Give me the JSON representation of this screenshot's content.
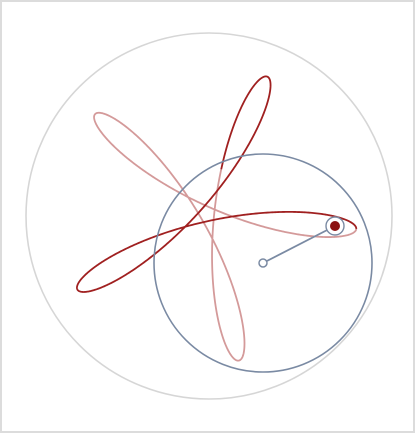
{
  "figure": {
    "type": "hypotrochoid-spirograph",
    "lobes": 5,
    "ratio_R_r": "5:3",
    "colors": {
      "frame_border": "#dcdcdc",
      "outer_ring": "#d6d6d6",
      "rolling_circle": "#7a8aa3",
      "arm": "#7a8aa3",
      "pen_dot": "#8b1010",
      "curve_dark": "#a02020",
      "curve_light": "#d49a9a"
    }
  }
}
